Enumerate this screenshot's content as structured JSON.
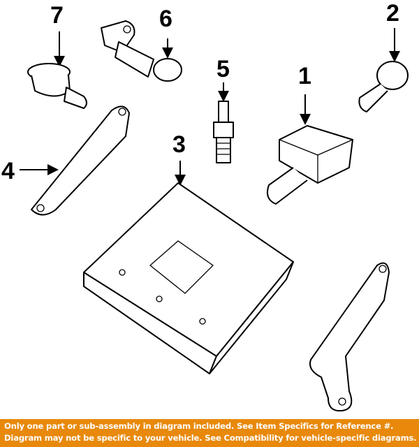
{
  "callouts": {
    "c1": "1",
    "c2": "2",
    "c3": "3",
    "c4": "4",
    "c5": "5",
    "c6": "6",
    "c7": "7"
  },
  "banner": {
    "line1": "Only one part or sub-assembly in diagram included. See Item Specifics for Reference #.",
    "line2": "Diagram may not be specific to your vehicle. See Compatibility for vehicle-specific diagrams."
  },
  "colors": {
    "banner_bg": "#E8890C",
    "banner_text": "#FFFFFF"
  }
}
